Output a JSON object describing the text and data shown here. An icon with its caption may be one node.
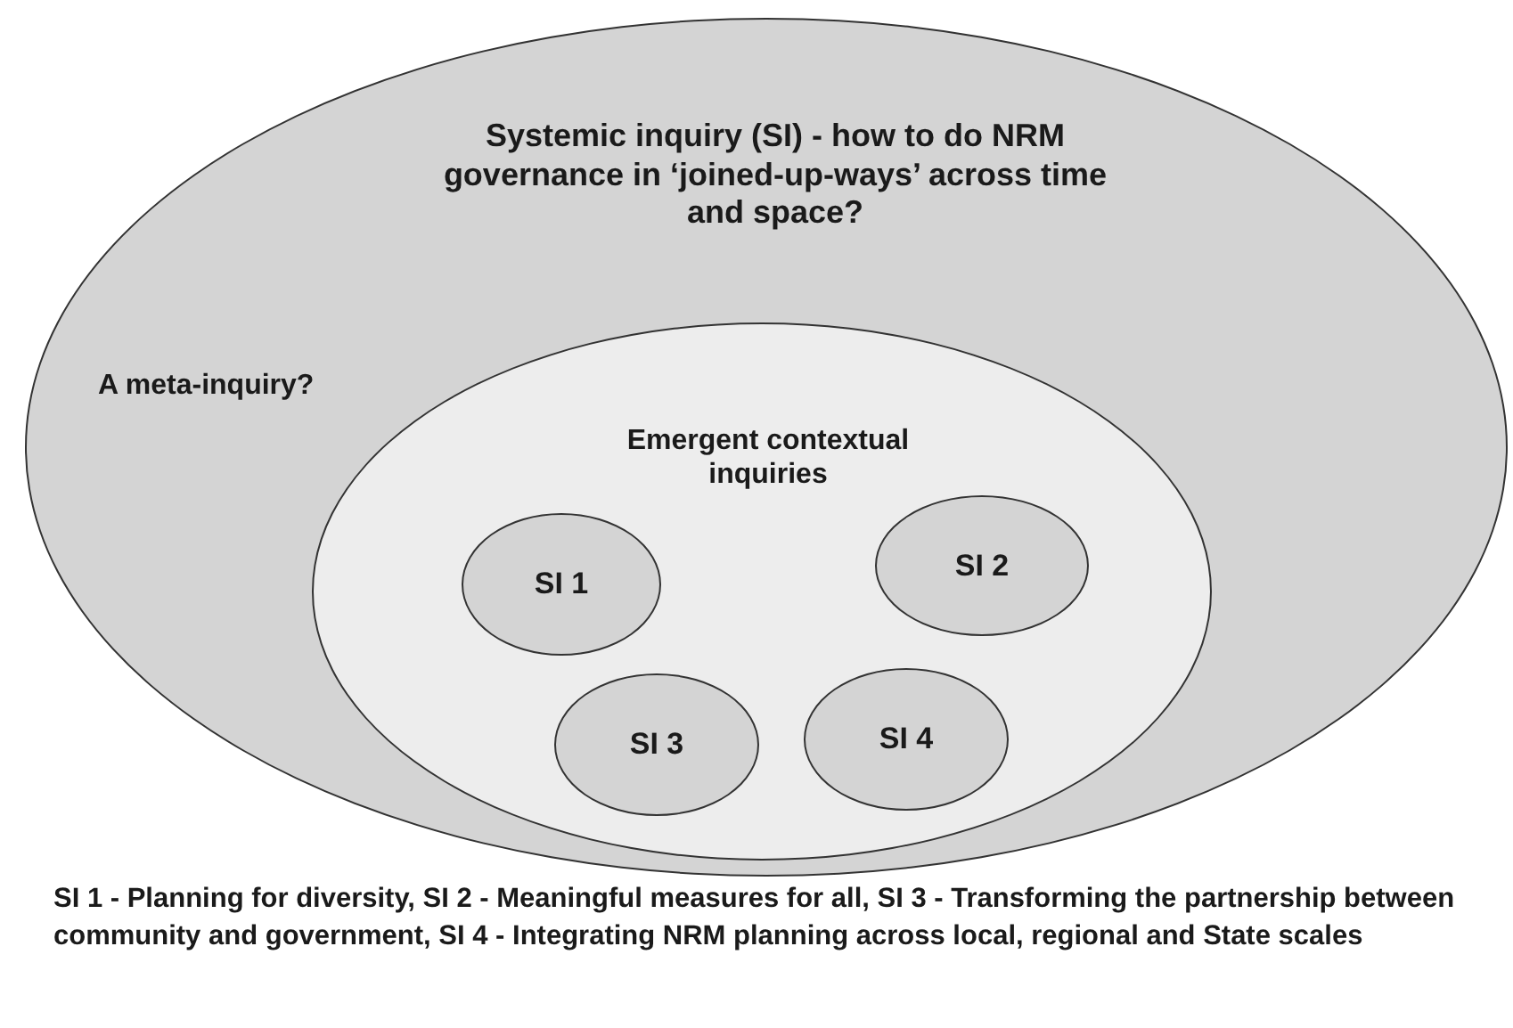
{
  "diagram": {
    "caption": "SI 1 - Planning for diversity,  SI 2 - Meaningful measures for all,  SI 3 - Transforming the partnership between community and government,  SI 4 - Integrating NRM planning across local, regional and State scales",
    "nodes": [
      {
        "text": [
          "Systemic inquiry (SI) - how to do NRM governance in ‘joined-up-ways’ across time and space?",
          "A meta-inquiry?"
        ]
      },
      {
        "text": [
          "Emergent contextual inquiries"
        ],
        "in": 0
      },
      {
        "text": [
          "SI 1"
        ],
        "in": 1
      },
      {
        "text": [
          "SI 2"
        ],
        "in": 1
      },
      {
        "text": [
          "SI 3"
        ],
        "in": 1
      },
      {
        "text": [
          "SI 4"
        ],
        "in": 1
      }
    ],
    "edges": []
  }
}
